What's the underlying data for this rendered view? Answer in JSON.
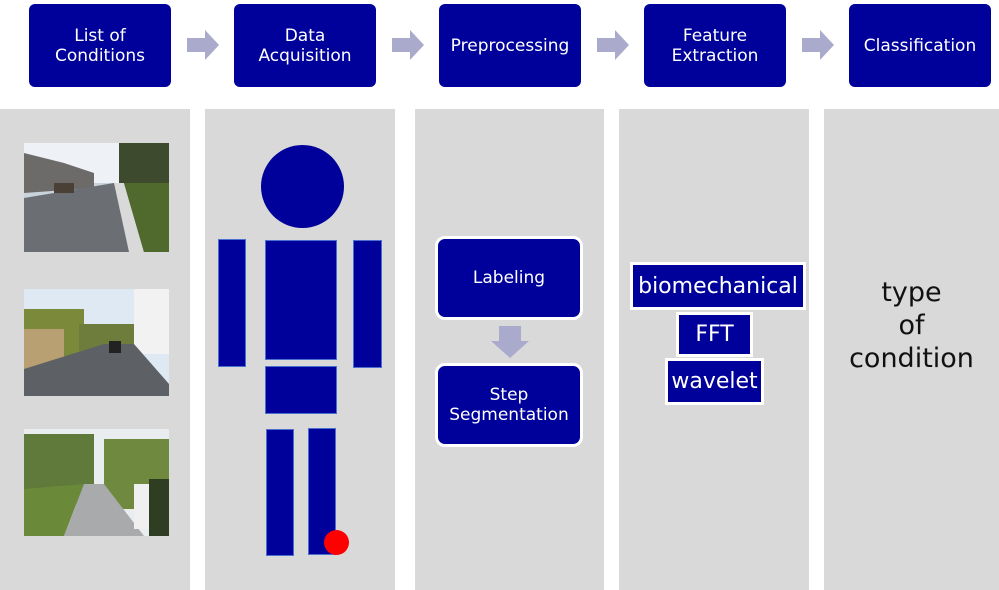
{
  "pipeline": {
    "stages": [
      {
        "label": "List of\nConditions"
      },
      {
        "label": "Data\nAcquisition"
      },
      {
        "label": "Preprocessing"
      },
      {
        "label": "Feature\nExtraction"
      },
      {
        "label": "Classification"
      }
    ],
    "colors": {
      "stage_fill": "#00009a",
      "arrow": "#aaaacc",
      "panel": "#d9d9d9",
      "sensor": "#ff0000"
    }
  },
  "conditions": {
    "photos": [
      {
        "subject": "paved street with sun glare"
      },
      {
        "subject": "asphalt road with parked car"
      },
      {
        "subject": "gravel footpath"
      }
    ]
  },
  "acquisition": {
    "figure": "human-body",
    "sensor_location": "right foot"
  },
  "preprocessing": {
    "steps": [
      {
        "label": "Labeling"
      },
      {
        "label": "Step\nSegmentation"
      }
    ]
  },
  "features": {
    "items": [
      {
        "label": "biomechanical"
      },
      {
        "label": "FFT"
      },
      {
        "label": "wavelet"
      }
    ]
  },
  "classification": {
    "result": "type\nof\ncondition"
  }
}
